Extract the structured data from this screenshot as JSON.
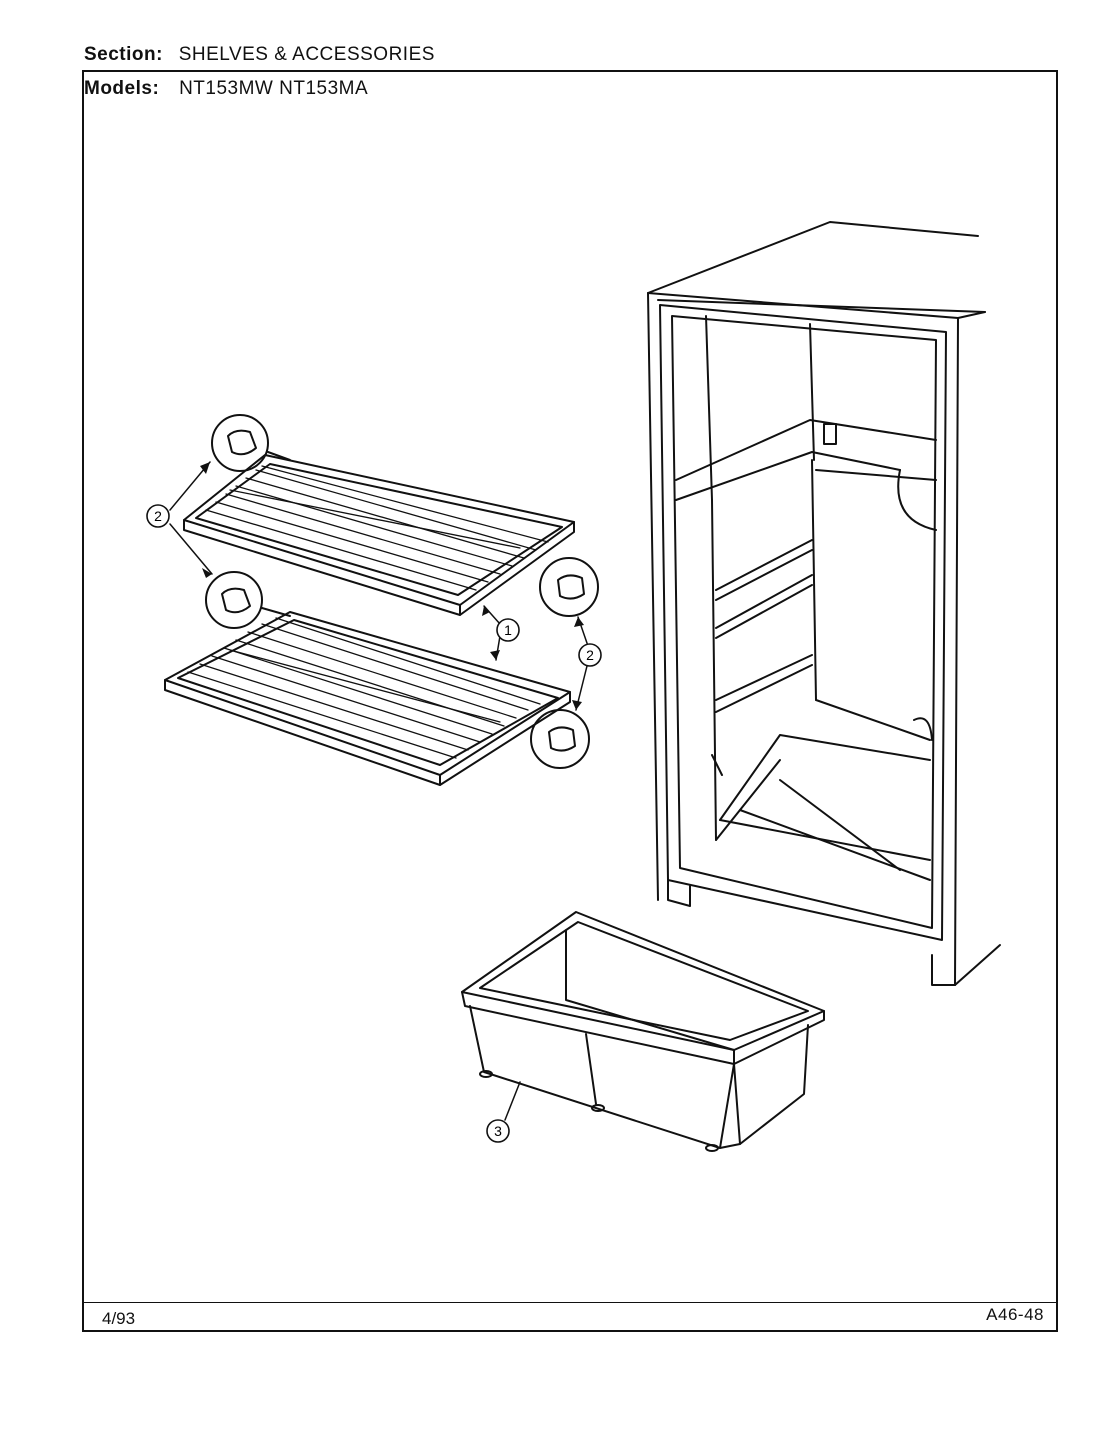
{
  "header": {
    "section_label": "Section:",
    "section_value": "SHELVES & ACCESSORIES",
    "models_label": "Models:",
    "models_value": "NT153MW NT153MA"
  },
  "footer": {
    "date": "4/93",
    "page_id": "A46-48"
  },
  "callouts": {
    "shelf": "1",
    "support": "2",
    "crisper": "3"
  }
}
